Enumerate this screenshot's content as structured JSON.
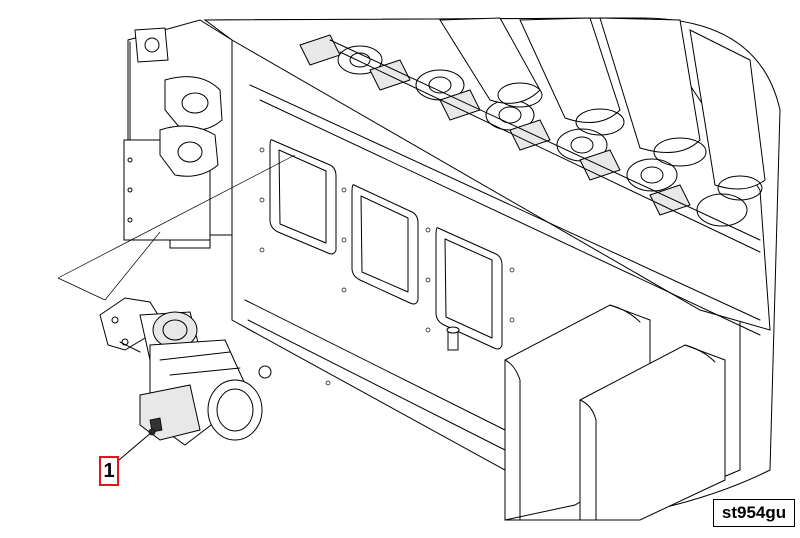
{
  "callout": {
    "number": "1",
    "border_color": "#e0161b"
  },
  "figure_reference": "st954gu",
  "icons": [
    "engine-block-drawing",
    "starter-motor-drawing"
  ]
}
